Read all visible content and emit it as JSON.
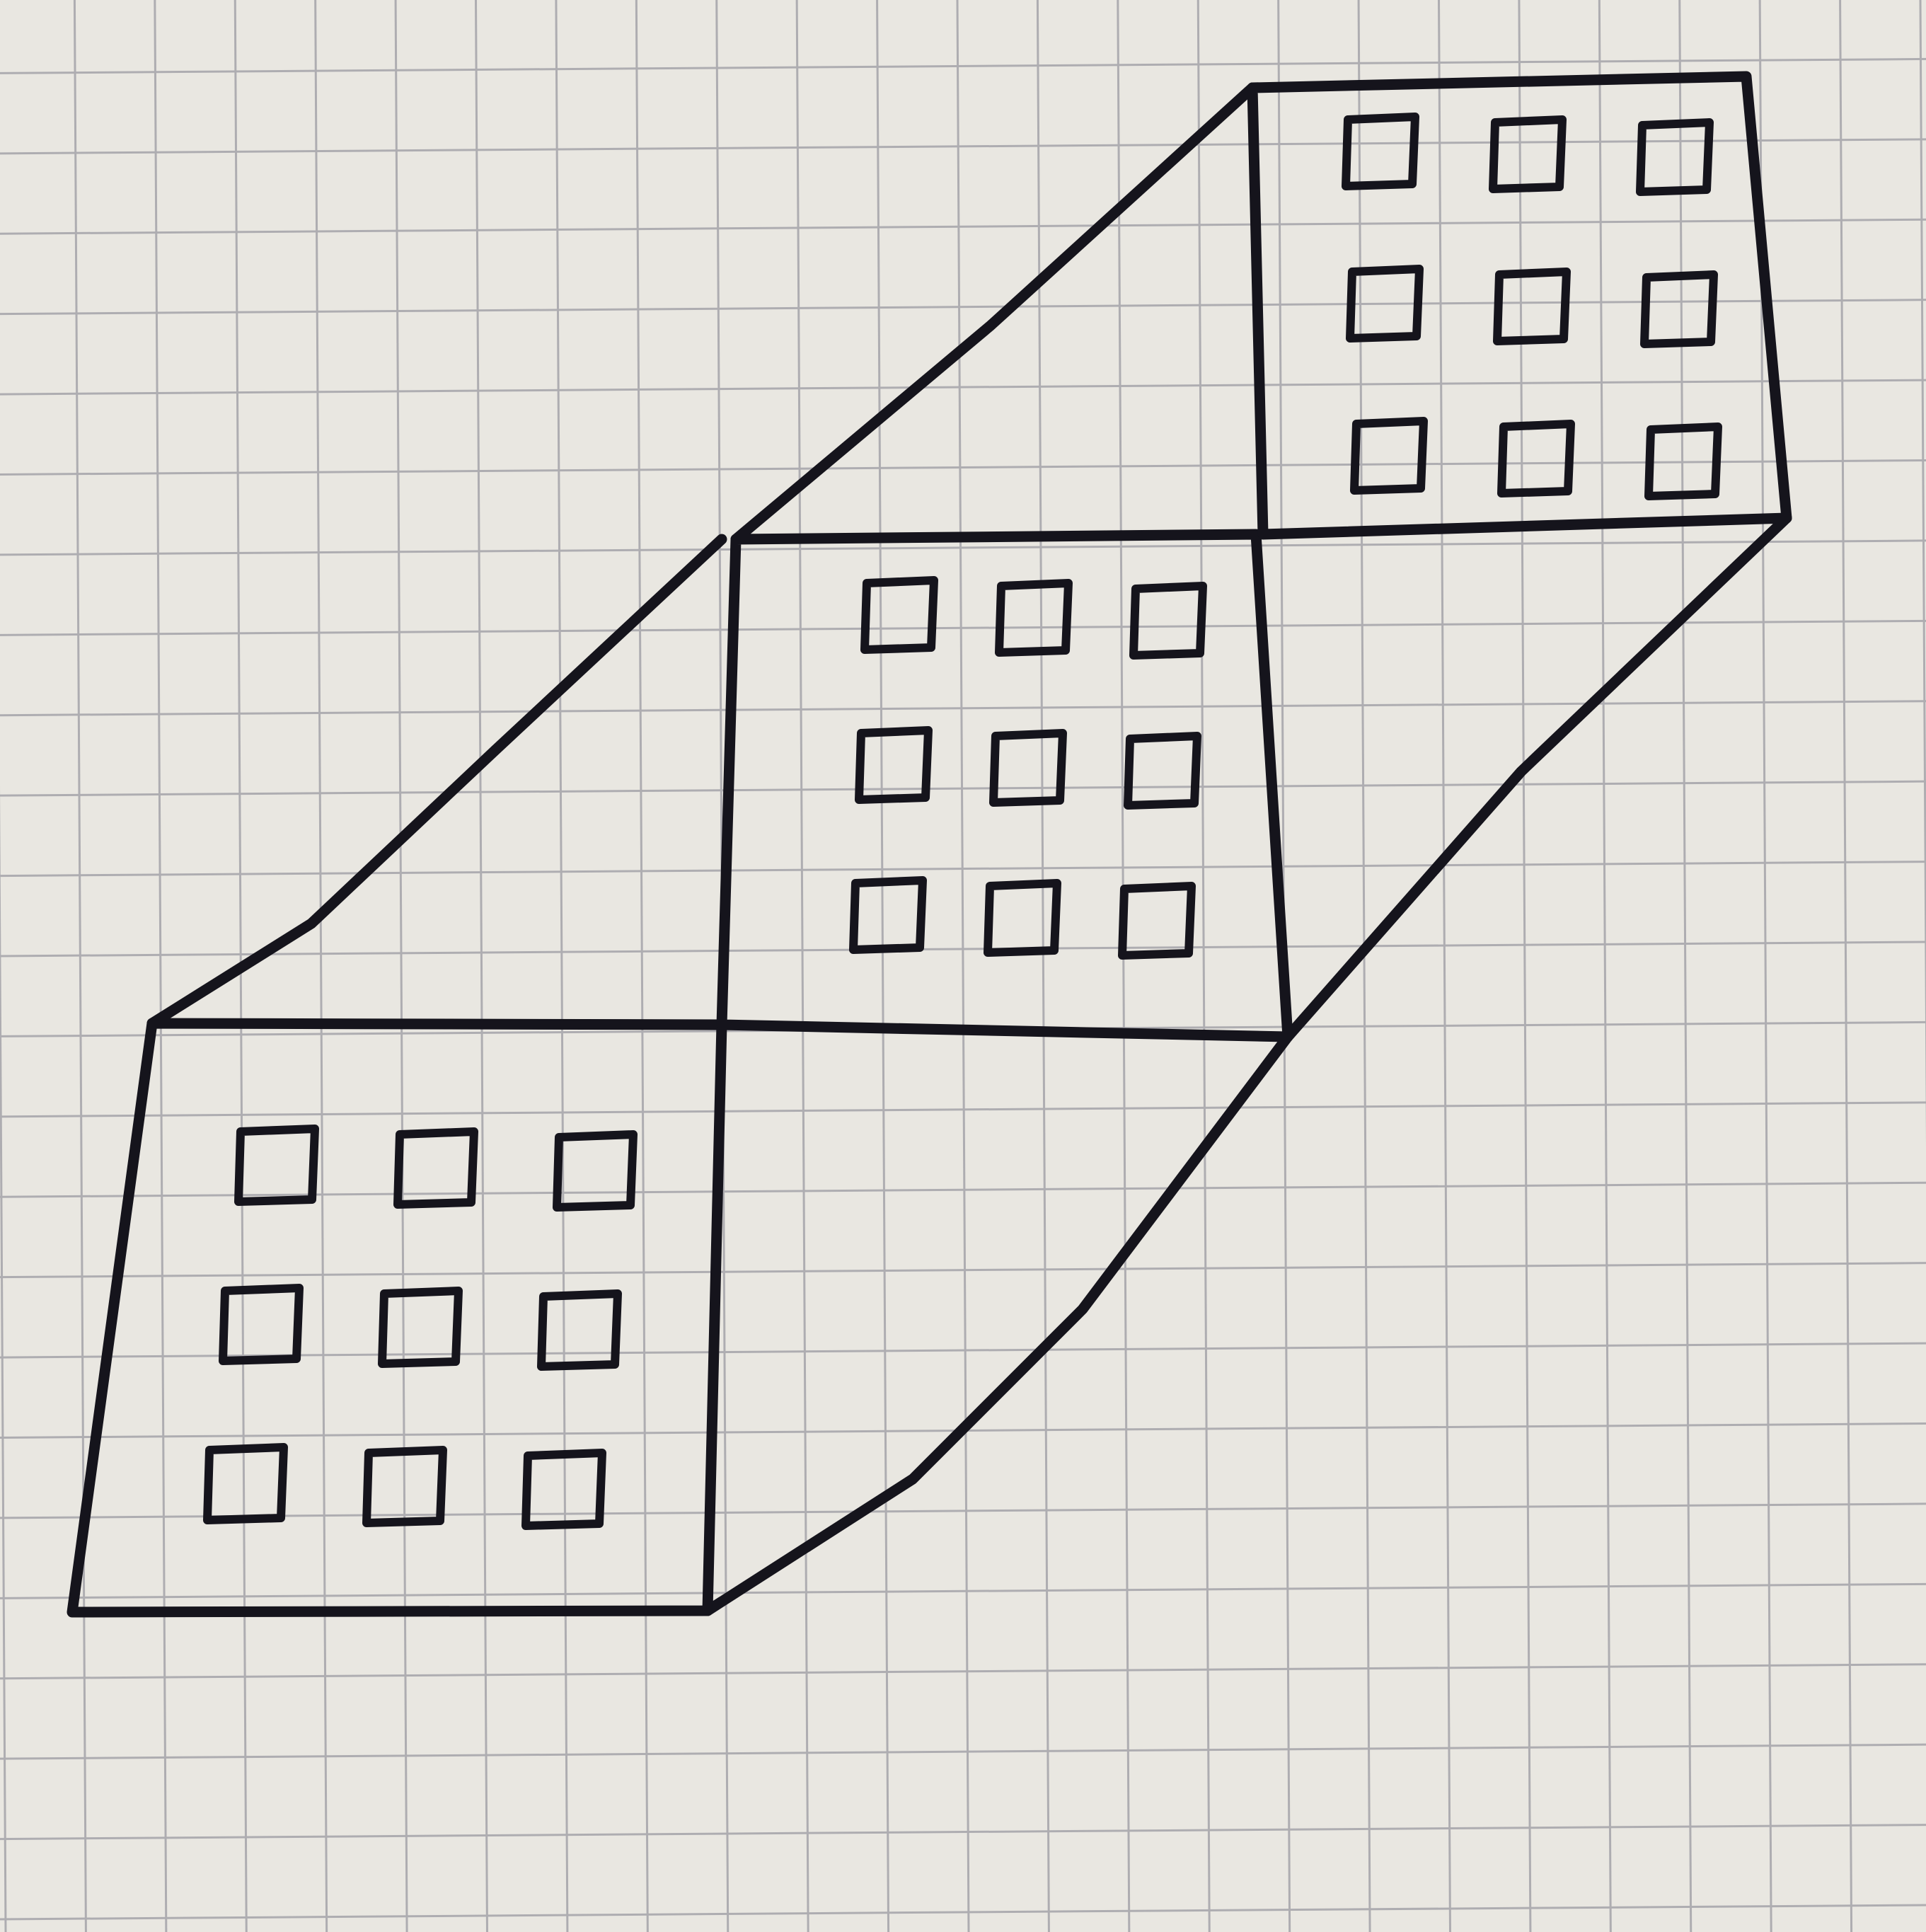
{
  "paper": {
    "background_color": "#e9e7e1",
    "grid_line_color": "#aeadb1",
    "grid_columns": 24
  },
  "ink_color": "#15141c",
  "drawing": {
    "subject": "three-stacked-panels-in-oblique-perspective",
    "panels": [
      {
        "name": "front-panel",
        "window_rows": 3,
        "window_cols": 3
      },
      {
        "name": "middle-panel",
        "window_rows": 3,
        "window_cols": 3
      },
      {
        "name": "back-panel",
        "window_rows": 3,
        "window_cols": 3
      }
    ]
  }
}
